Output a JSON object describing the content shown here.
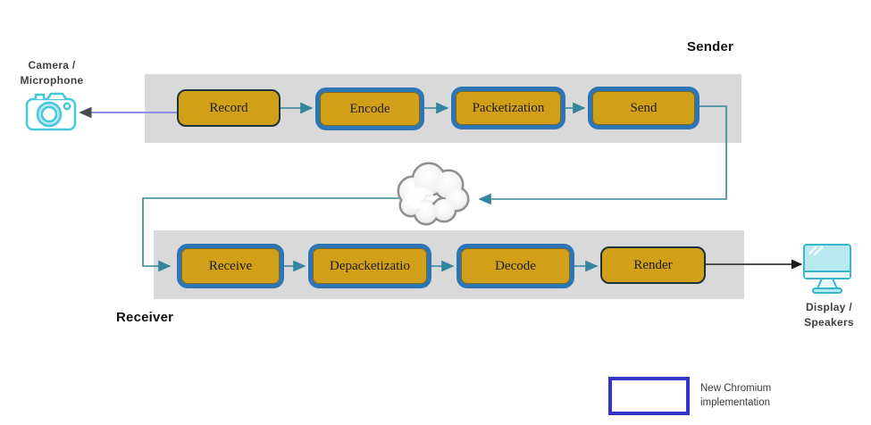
{
  "labels": {
    "sender": "Sender",
    "receiver": "Receiver",
    "camera_line1": "Camera /",
    "camera_line2": "Microphone",
    "display_line1": "Display /",
    "display_line2": "Speakers"
  },
  "sender_row": {
    "steps": [
      {
        "label": "Record",
        "highlighted": false
      },
      {
        "label": "Encode",
        "highlighted": true
      },
      {
        "label": "Packetization",
        "highlighted": true
      },
      {
        "label": "Send",
        "highlighted": true
      }
    ]
  },
  "receiver_row": {
    "steps": [
      {
        "label": "Receive",
        "highlighted": true
      },
      {
        "label": "Depacketizatio",
        "highlighted": true
      },
      {
        "label": "Decode",
        "highlighted": true
      },
      {
        "label": "Render",
        "highlighted": false
      }
    ]
  },
  "legend": {
    "line1": "New Chromium",
    "line2": "implementation"
  },
  "icons": {
    "cloud": "network-cloud",
    "camera": "camera-microphone",
    "display": "display-speakers"
  },
  "colors": {
    "box_fill": "#D2A018",
    "highlight_border": "#2E75B6",
    "plain_border": "#1C333D",
    "band_background": "#D9D9D9",
    "flow_arrow": "#31859C",
    "camera_connector": "#8080E0",
    "render_arrow": "#1A1A1A",
    "legend_border": "#3434C8",
    "icon_cyan": "#45C8DC"
  }
}
